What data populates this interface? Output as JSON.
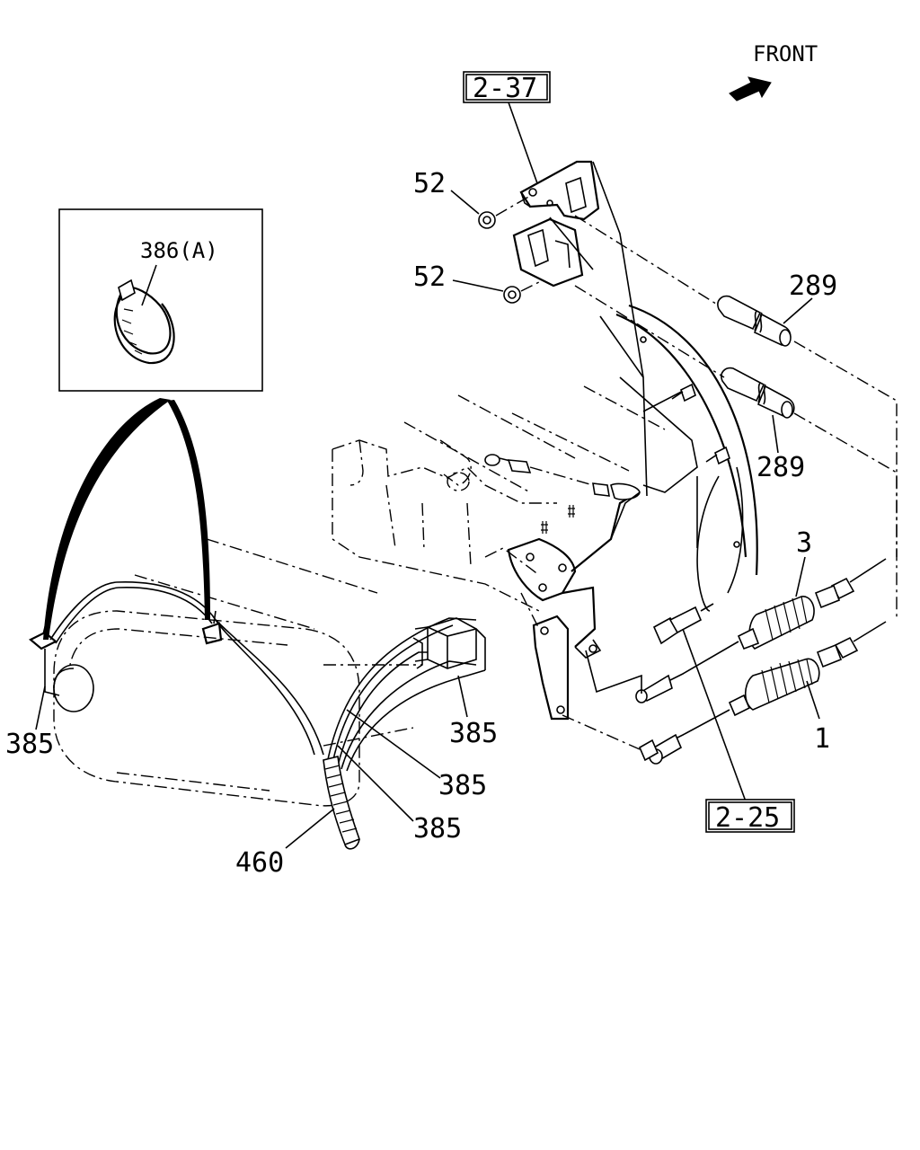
{
  "orientation": {
    "front_label": "FRONT",
    "arrow_icon": "front-arrow-icon"
  },
  "detail_inset": {
    "label": "386(A)"
  },
  "reference_boxes": {
    "upper": "2-37",
    "lower": "2-25"
  },
  "callouts": {
    "nut_upper": "52",
    "nut_lower": "52",
    "grommet_upper": "289",
    "grommet_lower": "289",
    "cable_upper": "3",
    "cable_lower": "1",
    "clip_left": "385",
    "clip_right": "385",
    "clip_center_a": "385",
    "clip_center_b": "385",
    "tube": "460"
  }
}
